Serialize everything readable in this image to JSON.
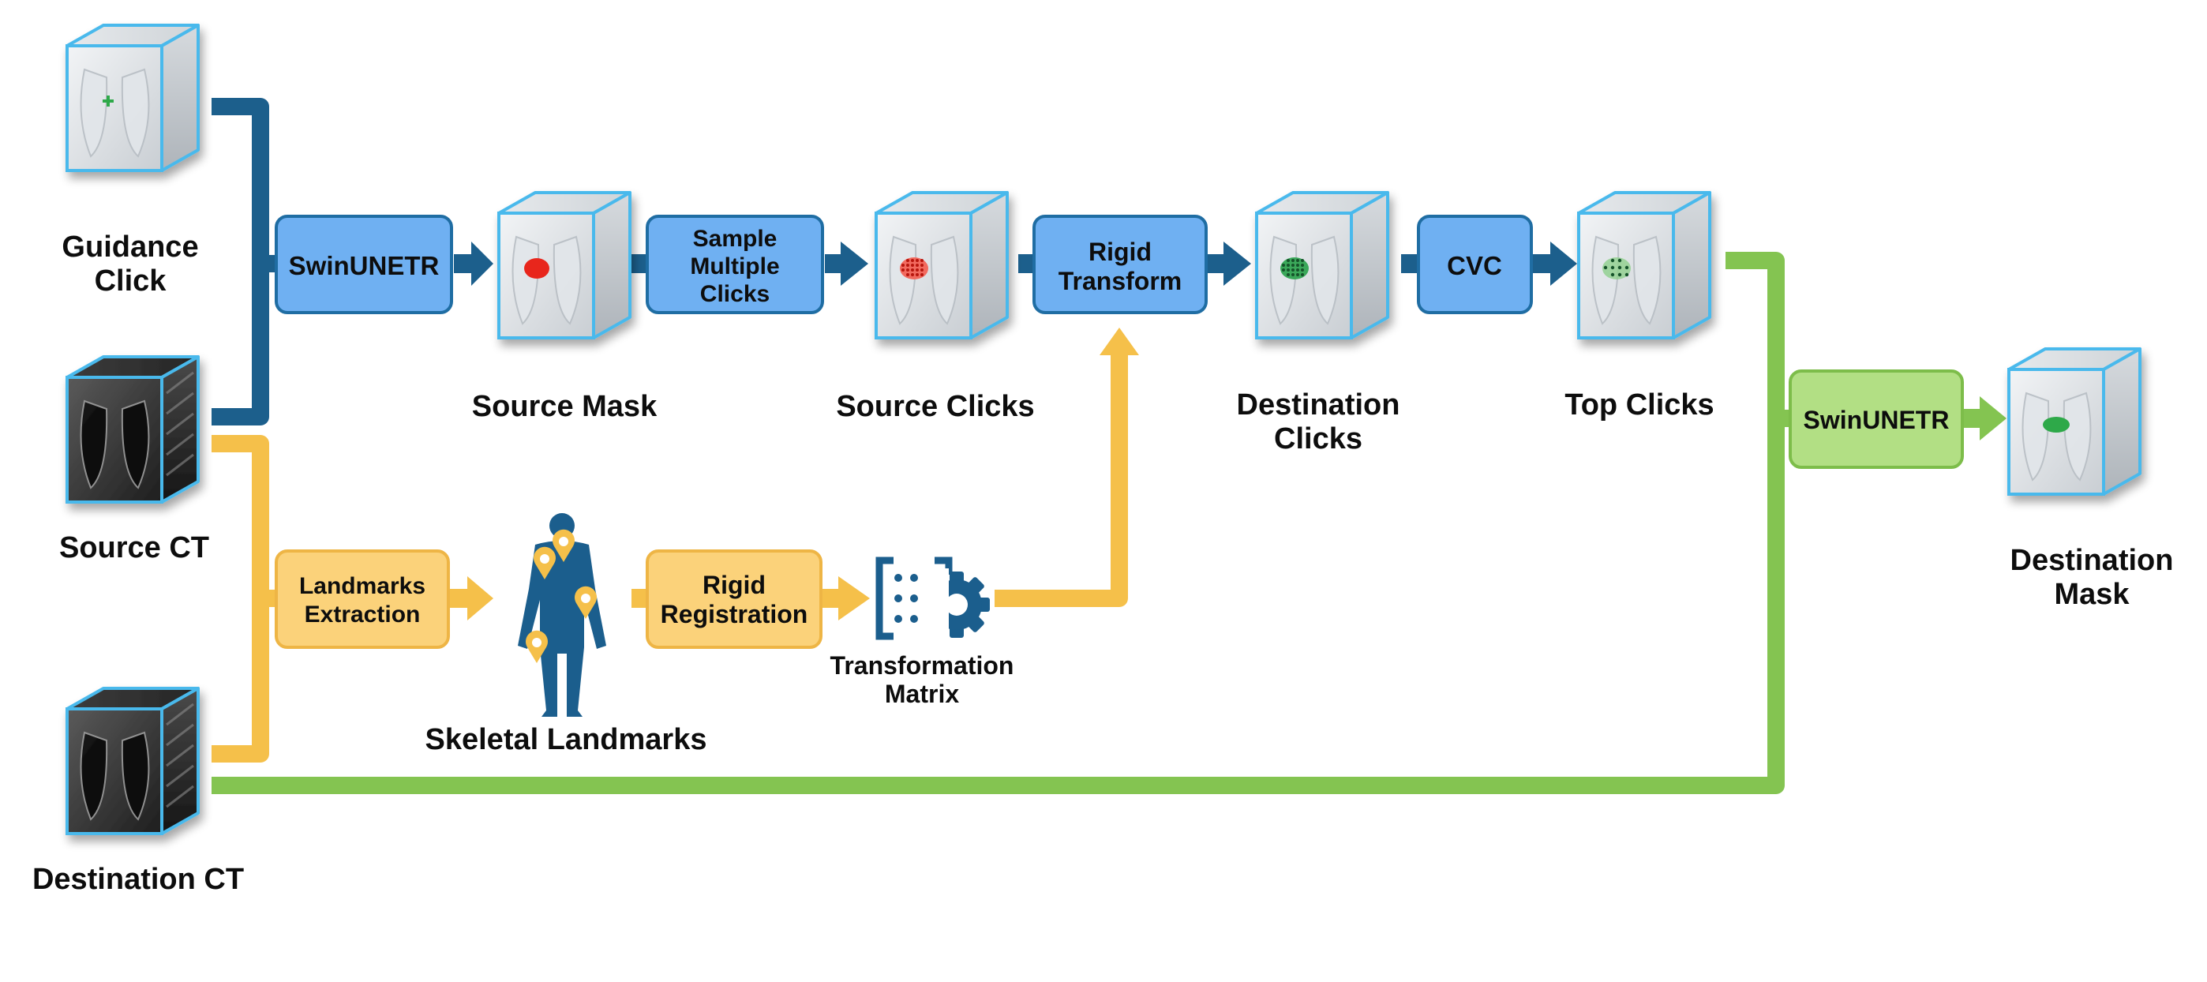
{
  "colors": {
    "blue_path": "#1c5f8c",
    "blue_box": "#6fb0f2",
    "blue_box_border": "#1f6da3",
    "orange_path": "#f5c04a",
    "orange_box": "#fbd27a",
    "orange_box_border": "#eeb545",
    "green_path": "#84c451",
    "green_box": "#b2df84",
    "green_box_border": "#7dbd4a",
    "cube_edge": "#49b9ec",
    "figure": "#1b5e8d",
    "red_mask": "#e8281f",
    "green_mask": "#2fa94a"
  },
  "volumes": [
    {
      "id": "guidance",
      "label": [
        "Guidance",
        "Click"
      ],
      "kind": "light",
      "marker": "plus"
    },
    {
      "id": "source_ct",
      "label": [
        "Source CT"
      ],
      "kind": "dark",
      "marker": "none"
    },
    {
      "id": "dest_ct",
      "label": [
        "Destination CT"
      ],
      "kind": "dark",
      "marker": "none"
    },
    {
      "id": "source_mask",
      "label": [
        "Source Mask"
      ],
      "kind": "light",
      "marker": "red-blob"
    },
    {
      "id": "source_clicks",
      "label": [
        "Source Clicks"
      ],
      "kind": "light",
      "marker": "red-dots"
    },
    {
      "id": "dest_clicks",
      "label": [
        "Destination",
        "Clicks"
      ],
      "kind": "light",
      "marker": "green-dots"
    },
    {
      "id": "top_clicks",
      "label": [
        "Top Clicks"
      ],
      "kind": "light",
      "marker": "green-sparse-dots"
    },
    {
      "id": "dest_mask",
      "label": [
        "Destination",
        "Mask"
      ],
      "kind": "light",
      "marker": "green-blob"
    }
  ],
  "process_boxes": [
    {
      "id": "swinunetr_1",
      "lines": [
        "SwinUNETR"
      ],
      "color": "blue"
    },
    {
      "id": "sample_clicks",
      "lines": [
        "Sample",
        "Multiple",
        "Clicks"
      ],
      "color": "blue"
    },
    {
      "id": "rigid_transform",
      "lines": [
        "Rigid",
        "Transform"
      ],
      "color": "blue"
    },
    {
      "id": "cvc",
      "lines": [
        "CVC"
      ],
      "color": "blue"
    },
    {
      "id": "landmarks_extraction",
      "lines": [
        "Landmarks",
        "Extraction"
      ],
      "color": "orange"
    },
    {
      "id": "rigid_registration",
      "lines": [
        "Rigid",
        "Registration"
      ],
      "color": "orange"
    },
    {
      "id": "swinunetr_2",
      "lines": [
        "SwinUNETR"
      ],
      "color": "green"
    }
  ],
  "icons": [
    {
      "id": "skeletal_landmarks",
      "icon": "human-landmarks-icon",
      "label": [
        "Skeletal Landmarks"
      ]
    },
    {
      "id": "transformation_matrix",
      "icon": "matrix-gear-icon",
      "label": [
        "Transformation",
        "Matrix"
      ]
    }
  ]
}
